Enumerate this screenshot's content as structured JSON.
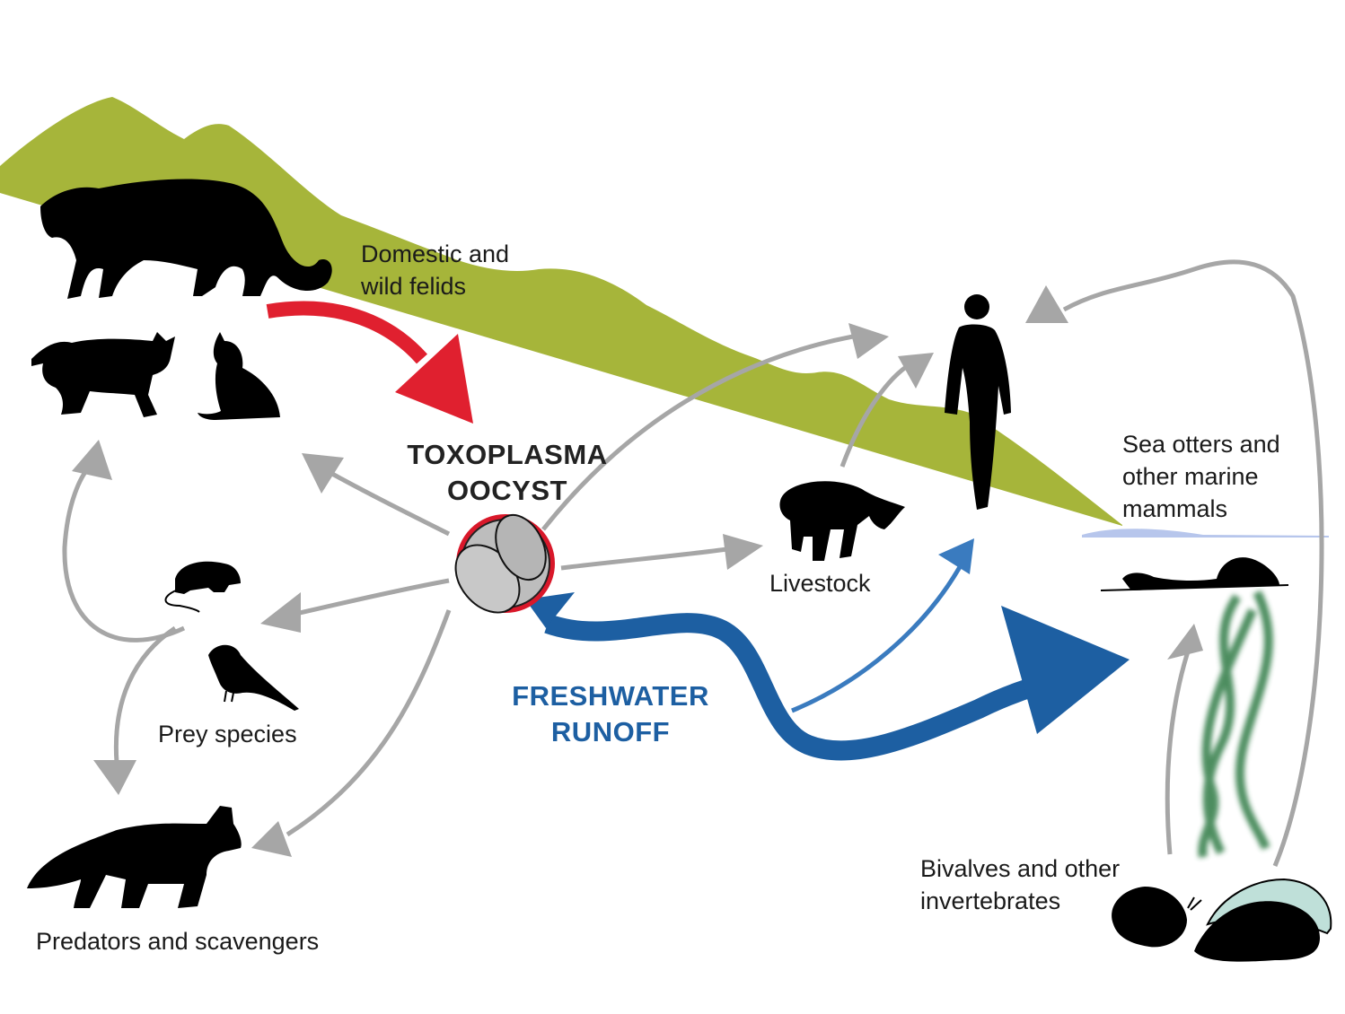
{
  "diagram": {
    "colors": {
      "hill": "#a6b53a",
      "felid_arrow": "#e0202f",
      "runoff": "#1d5fa2",
      "runoff_light": "#3a7bbf",
      "grey_arrow": "#a6a6a6",
      "silhouette": "#000000",
      "oocyst_ring": "#d9182a",
      "oocyst_fill": "#bdbdbd",
      "water": "#b7c6ec",
      "kelp": "#2f7a44",
      "shell": "#bfe0d9",
      "center_text": "#222222",
      "runoff_text": "#1d5fa2"
    },
    "nodes": {
      "felids": {
        "label_line1": "Domestic and",
        "label_line2": "wild felids",
        "icon": "felid-silhouettes"
      },
      "oocyst": {
        "label_line1": "TOXOPLASMA",
        "label_line2": "OOCYST",
        "icon": "oocyst-cell"
      },
      "runoff": {
        "label_line1": "FRESHWATER",
        "label_line2": "RUNOFF"
      },
      "livestock": {
        "label": "Livestock",
        "icon": "lamb-silhouette"
      },
      "human": {
        "icon": "human-silhouette"
      },
      "marine": {
        "label_line1": "Sea otters and",
        "label_line2": "other marine",
        "label_line3": "mammals",
        "icon": "sea-otter-silhouette"
      },
      "prey": {
        "label": "Prey species",
        "icon": "mouse-and-bird-silhouettes"
      },
      "predators": {
        "label": "Predators and scavengers",
        "icon": "fox-silhouette"
      },
      "invertebrates": {
        "label_line1": "Bivalves and other",
        "label_line2": "invertebrates",
        "icon": "snail-and-mussel-silhouettes"
      }
    },
    "edges": [
      {
        "from": "felids",
        "to": "oocyst",
        "kind": "shedding"
      },
      {
        "from": "oocyst",
        "to": "felids",
        "kind": "ingestion"
      },
      {
        "from": "oocyst",
        "to": "prey",
        "kind": "ingestion"
      },
      {
        "from": "oocyst",
        "to": "predators",
        "kind": "ingestion"
      },
      {
        "from": "oocyst",
        "to": "livestock",
        "kind": "ingestion"
      },
      {
        "from": "oocyst",
        "to": "human",
        "kind": "ingestion"
      },
      {
        "from": "livestock",
        "to": "human",
        "kind": "ingestion"
      },
      {
        "from": "prey",
        "to": "felids",
        "kind": "predation"
      },
      {
        "from": "prey",
        "to": "predators",
        "kind": "predation"
      },
      {
        "from": "oocyst",
        "to": "marine",
        "kind": "freshwater-runoff"
      },
      {
        "from": "runoff",
        "to": "human",
        "kind": "freshwater-runoff"
      },
      {
        "from": "invertebrates",
        "to": "marine",
        "kind": "ingestion"
      },
      {
        "from": "invertebrates",
        "to": "human",
        "kind": "ingestion"
      }
    ]
  }
}
